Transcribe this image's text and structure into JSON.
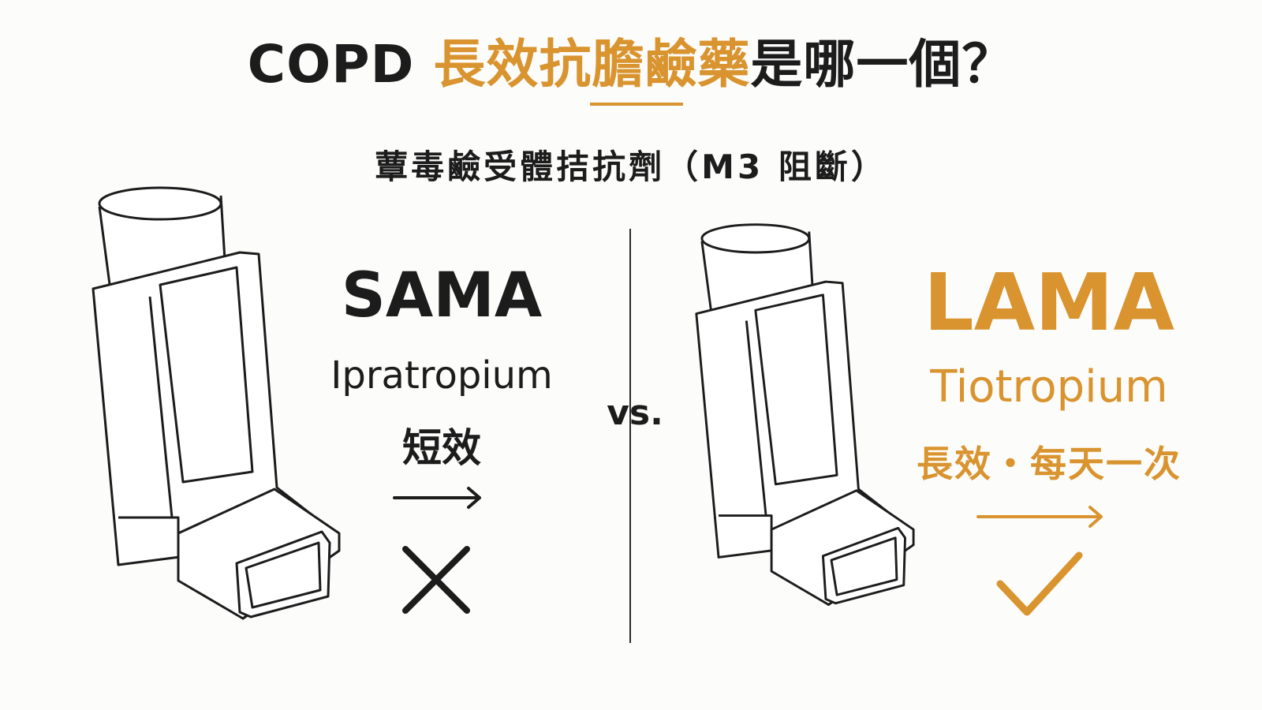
{
  "title": {
    "prefix": "COPD ",
    "highlight": "長效抗膽鹼藥",
    "suffix": "是哪一個？"
  },
  "subtitle": "蕈毒鹼受體拮抗劑（M3 阻斷）",
  "left": {
    "label": "SAMA",
    "drug": "Ipratropium",
    "note": "短效"
  },
  "vs_label": "vs.",
  "right": {
    "label": "LAMA",
    "drug": "Tiotropium",
    "note": "長效・每天一次"
  },
  "icons": {
    "left_device": "inhaler-icon",
    "right_device": "inhaler-icon",
    "left_arrow": "arrow-right-icon",
    "right_arrow": "arrow-right-icon",
    "left_mark": "cross-icon",
    "right_mark": "check-icon"
  },
  "colors": {
    "accent": "#d9942f",
    "ink": "#1c1c1c",
    "background": "#fcfcfb"
  }
}
